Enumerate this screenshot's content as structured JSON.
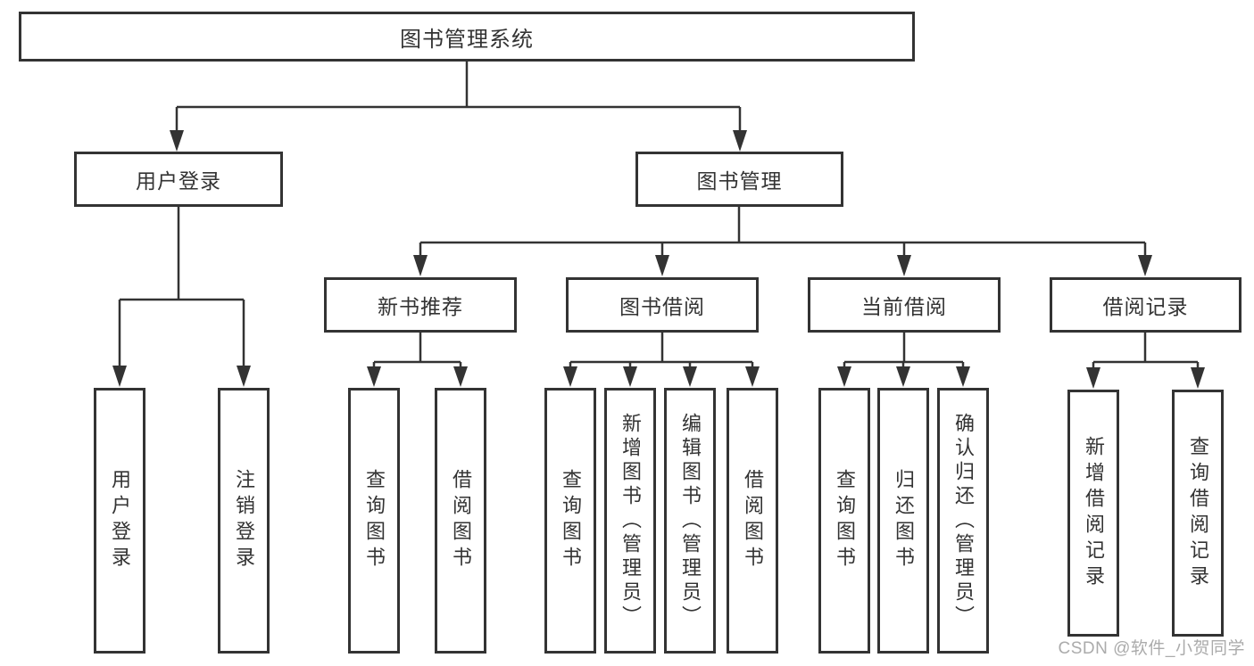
{
  "colors": {
    "line": "#333333",
    "box_border": "#333333",
    "text": "#333333",
    "background": "#ffffff",
    "watermark": "#ababab"
  },
  "nodes": {
    "root": "图书管理系统",
    "user_login": "用户登录",
    "book_mgmt": "图书管理",
    "new_book": "新书推荐",
    "book_borrow": "图书借阅",
    "current_borrow": "当前借阅",
    "borrow_record": "借阅记录"
  },
  "leaves": {
    "user_login": [
      "用户登录",
      "注销登录"
    ],
    "new_book": [
      "查询图书",
      "借阅图书"
    ],
    "book_borrow": [
      "查询图书",
      "新增图书（管理员）",
      "编辑图书（管理员）",
      "借阅图书"
    ],
    "current_borrow": [
      "查询图书",
      "归还图书",
      "确认归还（管理员）"
    ],
    "borrow_record": [
      "新增借阅记录",
      "查询借阅记录"
    ]
  },
  "watermark": "CSDN @软件_小贺同学"
}
